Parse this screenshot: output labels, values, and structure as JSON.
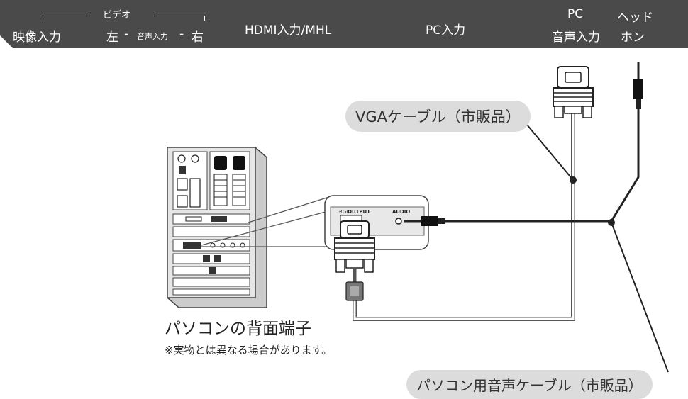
{
  "header": {
    "video_input": "映像入力",
    "video_label": "ビデオ",
    "audio_left": "左",
    "dash_a": "-",
    "audio_input": "音声入力",
    "dash_b": "-",
    "audio_right": "右",
    "hdmi": "HDMI入力/MHL",
    "pc_input": "PC入力",
    "pc": "PC",
    "pc_audio": "音声入力",
    "headphone_a": "ヘッド",
    "headphone_b": "ホン"
  },
  "labels": {
    "vga_cable": "VGAケーブル（市販品）",
    "pc_back": "パソコンの背面端子",
    "note": "※実物とは異なる場合があります。",
    "audio_cable": "パソコン用音声ケーブル（市販品）"
  },
  "panel": {
    "rgb": "RGB",
    "output": "OUTPUT",
    "audio": "AUDIO"
  },
  "colors": {
    "header": "#4a4a4a",
    "pill": "#dcdcdc"
  }
}
